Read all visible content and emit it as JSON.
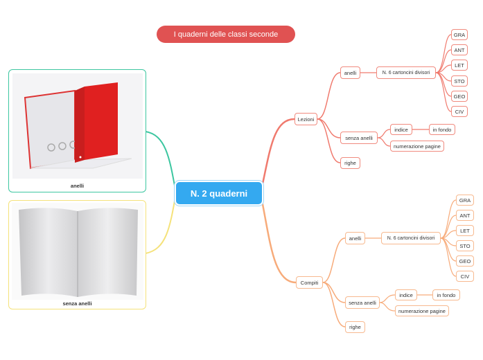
{
  "title": "I quaderni delle classi seconde",
  "root": "N. 2 quaderni",
  "images": {
    "binder_caption": "anelli",
    "notebook_caption": "senza anelli"
  },
  "lezioni": {
    "label": "Lezioni",
    "anelli": "anelli",
    "divisori": "N. 6 cartoncini divisori",
    "subjects": [
      "GRA",
      "ANT",
      "LET",
      "STO",
      "GEO",
      "CIV"
    ],
    "senza_anelli": "senza anelli",
    "indice": "indice",
    "in_fondo": "in fondo",
    "numerazione": "numerazione pagine",
    "righe": "righe"
  },
  "compiti": {
    "label": "Compiti",
    "anelli": "anelli",
    "divisori": "N. 6 cartoncini divisori",
    "subjects": [
      "GRA",
      "ANT",
      "LET",
      "STO",
      "GEO",
      "CIV"
    ],
    "senza_anelli": "senza anelli",
    "indice": "indice",
    "in_fondo": "in fondo",
    "numerazione": "numerazione pagine",
    "righe": "righe"
  },
  "colors": {
    "title_bg": "#e05252",
    "root_bg": "#34a9f0",
    "lezioni_branch": "#f07a6e",
    "compiti_branch": "#f7ab7a",
    "binder_frame": "#3cc6a0",
    "notebook_frame": "#f5e27a"
  }
}
